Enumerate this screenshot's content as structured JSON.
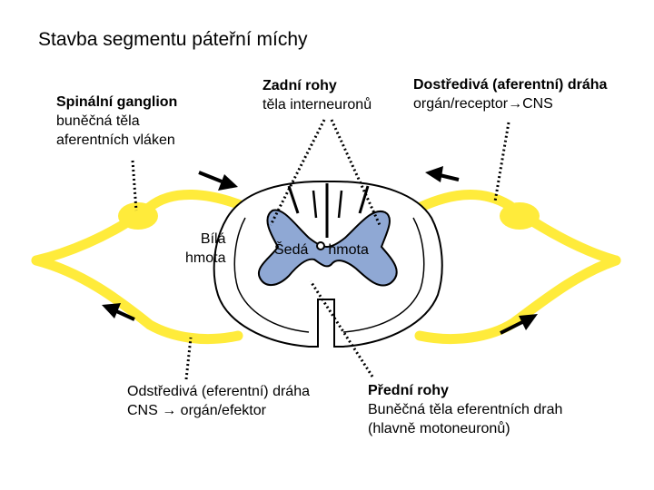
{
  "title": "Stavba segmentu páteřní míchy",
  "labels": {
    "spinal_ganglion": {
      "heading": "Spinální ganglion",
      "line1": "buněčná těla",
      "line2": "aferentních vláken"
    },
    "dorsal_horns": {
      "heading": "Zadní rohy",
      "line1": "těla interneuronů"
    },
    "afferent_path": {
      "heading": "Dostředivá (aferentní) dráha",
      "line1": "orgán/receptor→CNS"
    },
    "white_matter": {
      "line1": "Bílá",
      "line2": "hmota"
    },
    "grey_matter": {
      "word1": "Šedá",
      "word2": "hmota"
    },
    "efferent_path": {
      "heading": "Odstředivá (eferentní) dráha",
      "line1": "CNS → orgán/efektor"
    },
    "ventral_horns": {
      "heading": "Přední rohy",
      "line1": "Buněčná těla eferentních drah",
      "line2": "(hlavně motoneuronů)"
    }
  },
  "colors": {
    "nerve": "#ffeb3b",
    "grey_matter": "#8fa8d4",
    "outline": "#000000"
  }
}
